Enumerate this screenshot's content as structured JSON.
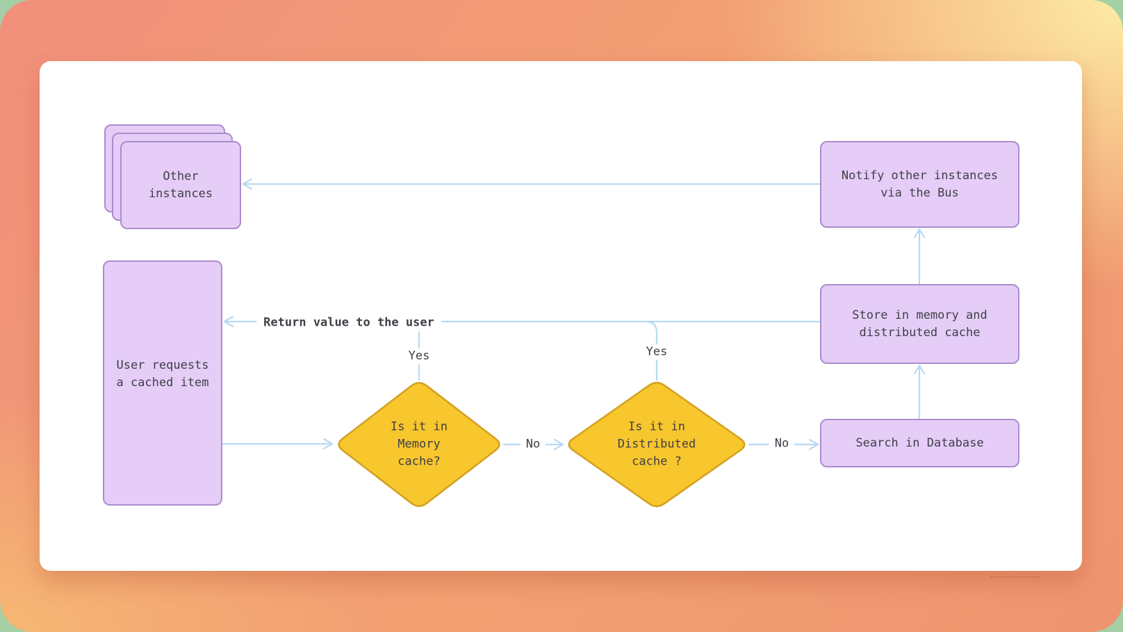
{
  "diagram": {
    "nodes": {
      "other_instances": {
        "label": "Other\ninstances"
      },
      "notify_bus": {
        "label": "Notify other instances\nvia the Bus"
      },
      "user_request": {
        "label": "User requests\na cached item"
      },
      "memory_check": {
        "label": "Is it in\nMemory\ncache?"
      },
      "distributed_check": {
        "label": "Is it in\nDistributed\ncache ?"
      },
      "store_cache": {
        "label": "Store in memory and\ndistributed cache"
      },
      "search_db": {
        "label": "Search in Database"
      }
    },
    "edge_labels": {
      "return_value": "Return value to the user",
      "memory_yes": "Yes",
      "distributed_yes": "Yes",
      "memory_no": "No",
      "distributed_no": "No"
    },
    "colors": {
      "node_fill": "#e5cdf8",
      "node_border": "#ab8ccc",
      "decision_fill": "#f8c62d",
      "decision_border": "#d2a01f",
      "connector": "#b7daf3",
      "text": "#3f3f46",
      "canvas": "#ffffff",
      "grad_coral": "#f1907b",
      "grad_yellow": "#fdeca4",
      "grad_orange": "#f6b873",
      "grad_salmon": "#ef9470"
    }
  }
}
